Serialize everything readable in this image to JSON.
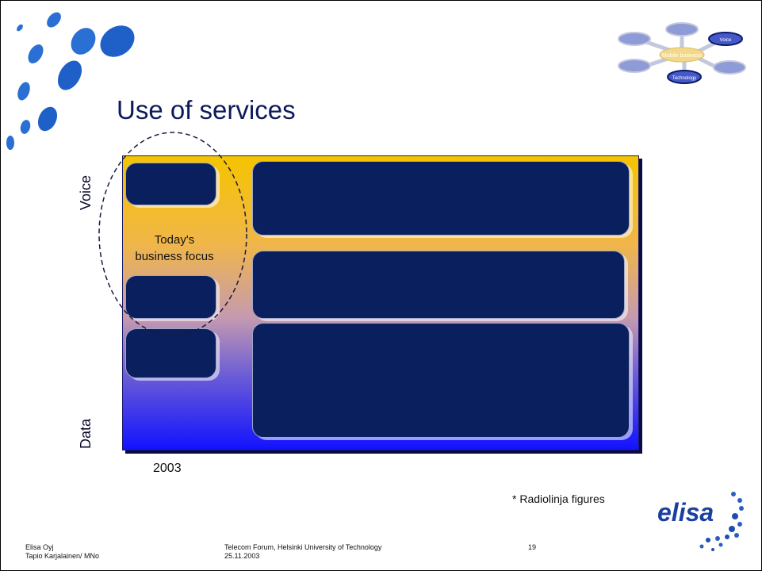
{
  "slide": {
    "title": "Use of services",
    "axis_top": "Voice",
    "axis_bottom": "Data",
    "year": "2003",
    "focus_line1": "Today's",
    "focus_line2": "business focus",
    "note": "* Radiolinja figures",
    "page_number": "19"
  },
  "footer": {
    "company": "Elisa Oyj",
    "author": "Tapio Karjalainen/ MNo",
    "event": "Telecom Forum, Helsinki University of Technology",
    "date": "25.11.2003"
  },
  "nav_diagram": {
    "center": "Mobile business",
    "voice": "Voice",
    "technology": "Technology"
  },
  "logo": {
    "text": "elisa"
  },
  "colors": {
    "title": "#0c1a5c",
    "box": "#0a1f5e",
    "gradient_top": "#f5c400",
    "gradient_bottom": "#1212ff"
  }
}
